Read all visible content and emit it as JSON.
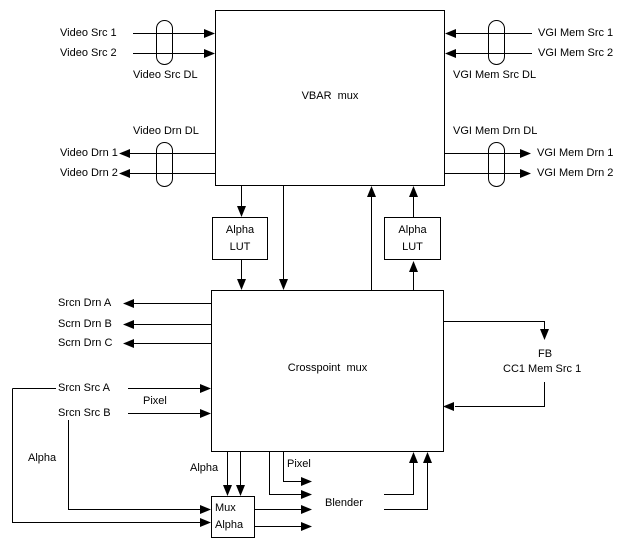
{
  "diagram": {
    "colors": {
      "background": "#ffffff",
      "line": "#000000"
    },
    "boxes": {
      "vbar_mux": "VBAR  mux",
      "crosspoint_mux": "Crosspoint  mux",
      "alpha_lut_line1": "Alpha",
      "alpha_lut_line2": "LUT",
      "mux_alpha_line1": "Mux",
      "mux_alpha_line2": "Alpha"
    },
    "labels": {
      "video_src_1": "Video Src 1",
      "video_src_2": "Video Src 2",
      "video_src_dl": "Video Src DL",
      "video_drn_dl": "Video Drn DL",
      "video_drn_1": "Video Drn 1",
      "video_drn_2": "Video Drn 2",
      "vgi_mem_src_1": "VGI Mem Src 1",
      "vgi_mem_src_2": "VGI Mem Src 2",
      "vgi_mem_src_dl": "VGI Mem Src DL",
      "vgi_mem_drn_dl": "VGI Mem Drn DL",
      "vgi_mem_drn_1": "VGI Mem Drn 1",
      "vgi_mem_drn_2": "VGI Mem Drn 2",
      "srcn_drn_a": "Srcn Drn A",
      "scrn_drn_b": "Scrn Drn B",
      "scrn_drn_c": "Scrn Drn C",
      "srcn_src_a": "Srcn Src A",
      "srcn_src_b": "Srcn Src B",
      "pixel_mid": "Pixel",
      "alpha_left": "Alpha",
      "fb": "FB",
      "cc1_mem_src_1": "CC1 Mem Src 1",
      "alpha_bottom": "Alpha",
      "pixel_bottom": "Pixel",
      "blender": "Blender"
    }
  }
}
